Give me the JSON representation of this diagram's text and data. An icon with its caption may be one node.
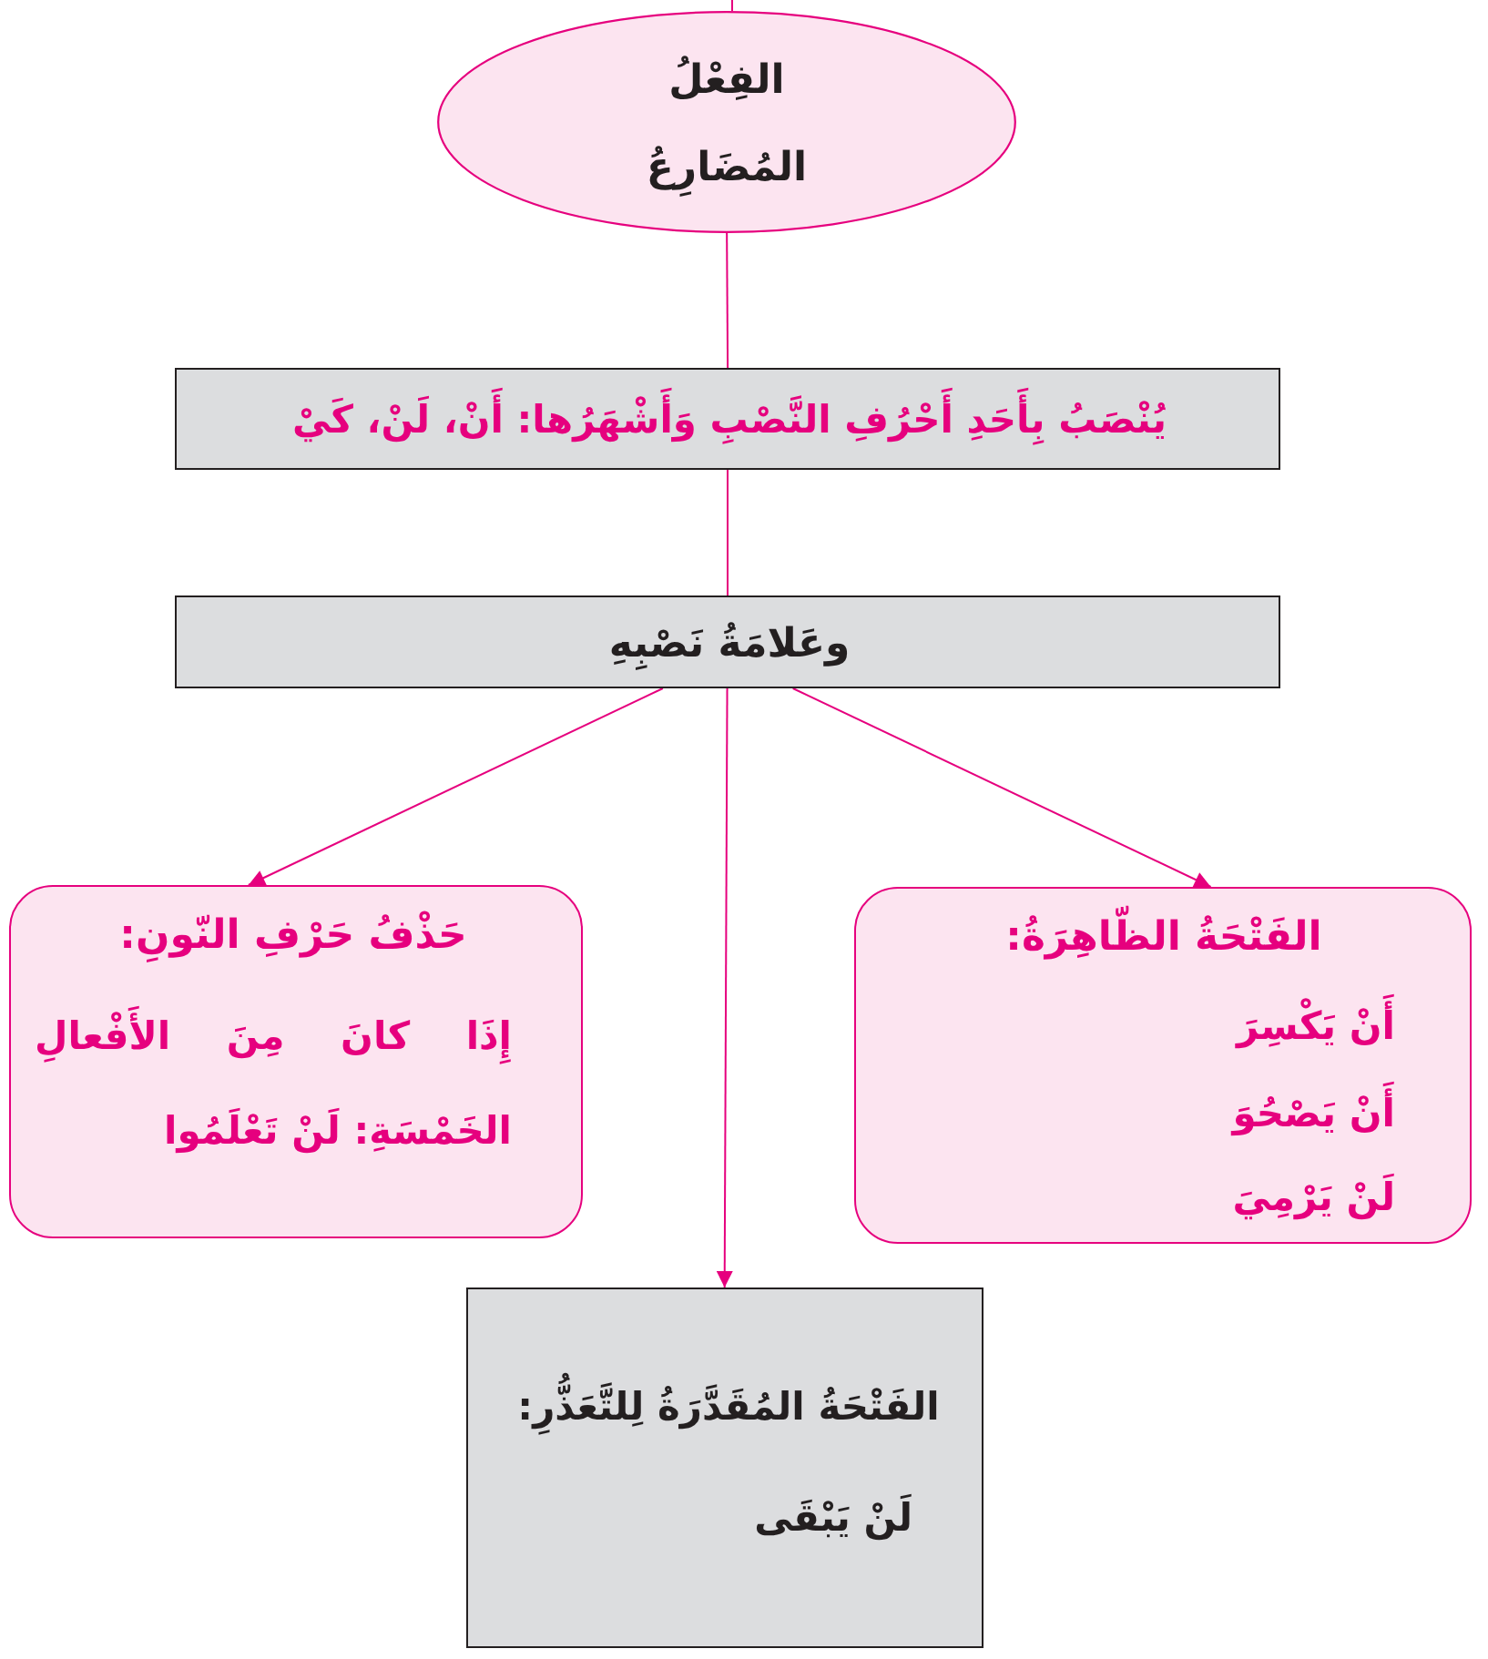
{
  "diagram": {
    "nodes": [
      {
        "text": [
          "الفِعْلُ المُضَارِعُ"
        ]
      },
      {
        "text": [
          "يُنْصَبُ بِأَحَدِ أَحْرُفِ النَّصْبِ وَأَشْهَرُها: أَنْ، لَنْ، كَيْ"
        ]
      },
      {
        "text": [
          "وعَلامَةُ نَصْبِهِ"
        ]
      },
      {
        "text": [
          "الفَتْحَةُ الظّاهِرَةُ:",
          "أَنْ يَكْسِرَ",
          "أَنْ يَصْحُوَ",
          "لَنْ يَرْمِيَ"
        ]
      },
      {
        "text": [
          "حَذْفُ حَرْفِ النّونِ:",
          "إِذَا كانَ مِنَ الأَفْعالِ الخَمْسَةِ: لَنْ تَعْلَمُوا"
        ]
      },
      {
        "text": [
          "الفَتْحَةُ المُقَدَّرَةُ لِلتَّعَذُّرِ:",
          "لَنْ يَبْقَى"
        ]
      }
    ],
    "edges": [
      {
        "from": null,
        "to": 0,
        "arrow": "none"
      },
      {
        "from": 0,
        "to": 1,
        "arrow": "none"
      },
      {
        "from": 1,
        "to": 2,
        "arrow": "none"
      },
      {
        "from": 2,
        "to": 3,
        "arrow": "to"
      },
      {
        "from": 2,
        "to": 4,
        "arrow": "to"
      },
      {
        "from": 2,
        "to": 5,
        "arrow": "to"
      }
    ]
  }
}
